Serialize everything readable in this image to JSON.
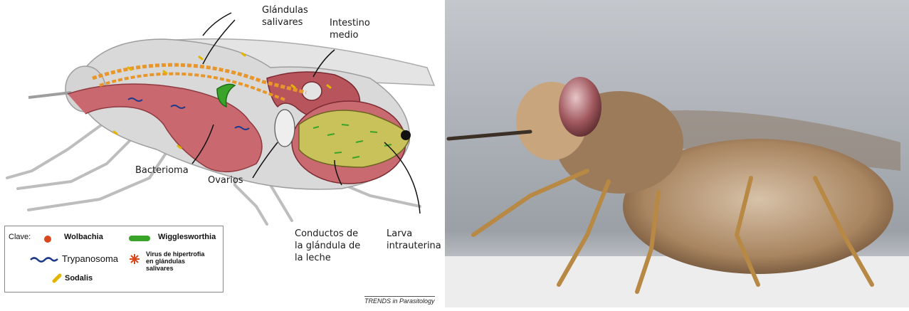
{
  "labels": {
    "salivary": "Glándulas\nsalivares",
    "midgut": "Intestino\nmedio",
    "bacteriome": "Bacterioma",
    "ovaries": "Ovarios",
    "milk_ducts": "Conductos de\nla glándula de\nla leche",
    "larva": "Larva\nintrauterina"
  },
  "legend": {
    "title": "Clave:",
    "wolbachia": "Wolbachia",
    "wigglesworthia": "Wigglesworthia",
    "trypanosoma": "Trypanosoma",
    "virus": "Virus de hipertrofia\nen glándulas\nsalivares",
    "sodalis": "Sodalis"
  },
  "credit": "TRENDS in Parasitology",
  "colors": {
    "gut": "#b8545c",
    "gut_light": "#d98a8e",
    "body": "#d9d9d9",
    "salivary": "#e8962a",
    "wigglesworthia": "#3aa32a",
    "larva": "#c9c25a",
    "trypanosoma": "#1f3a8a"
  }
}
